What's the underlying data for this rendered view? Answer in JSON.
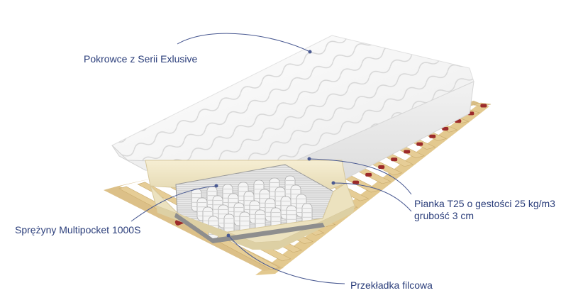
{
  "labels": {
    "cover": "Pokrowce z Serii Exlusive",
    "springs": "Sprężyny Multipocket 1000S",
    "foam_line1": "Pianka T25 o gestości 25 kg/m3",
    "foam_line2": "grubość 3 cm",
    "felt": "Przekładka filcowa"
  },
  "colors": {
    "label_text": "#2a3d7a",
    "slat_wood": "#e6cd96",
    "slat_holder": "#9c2a2a",
    "cover_white": "#f7f7f5",
    "foam": "#efe6c6"
  }
}
